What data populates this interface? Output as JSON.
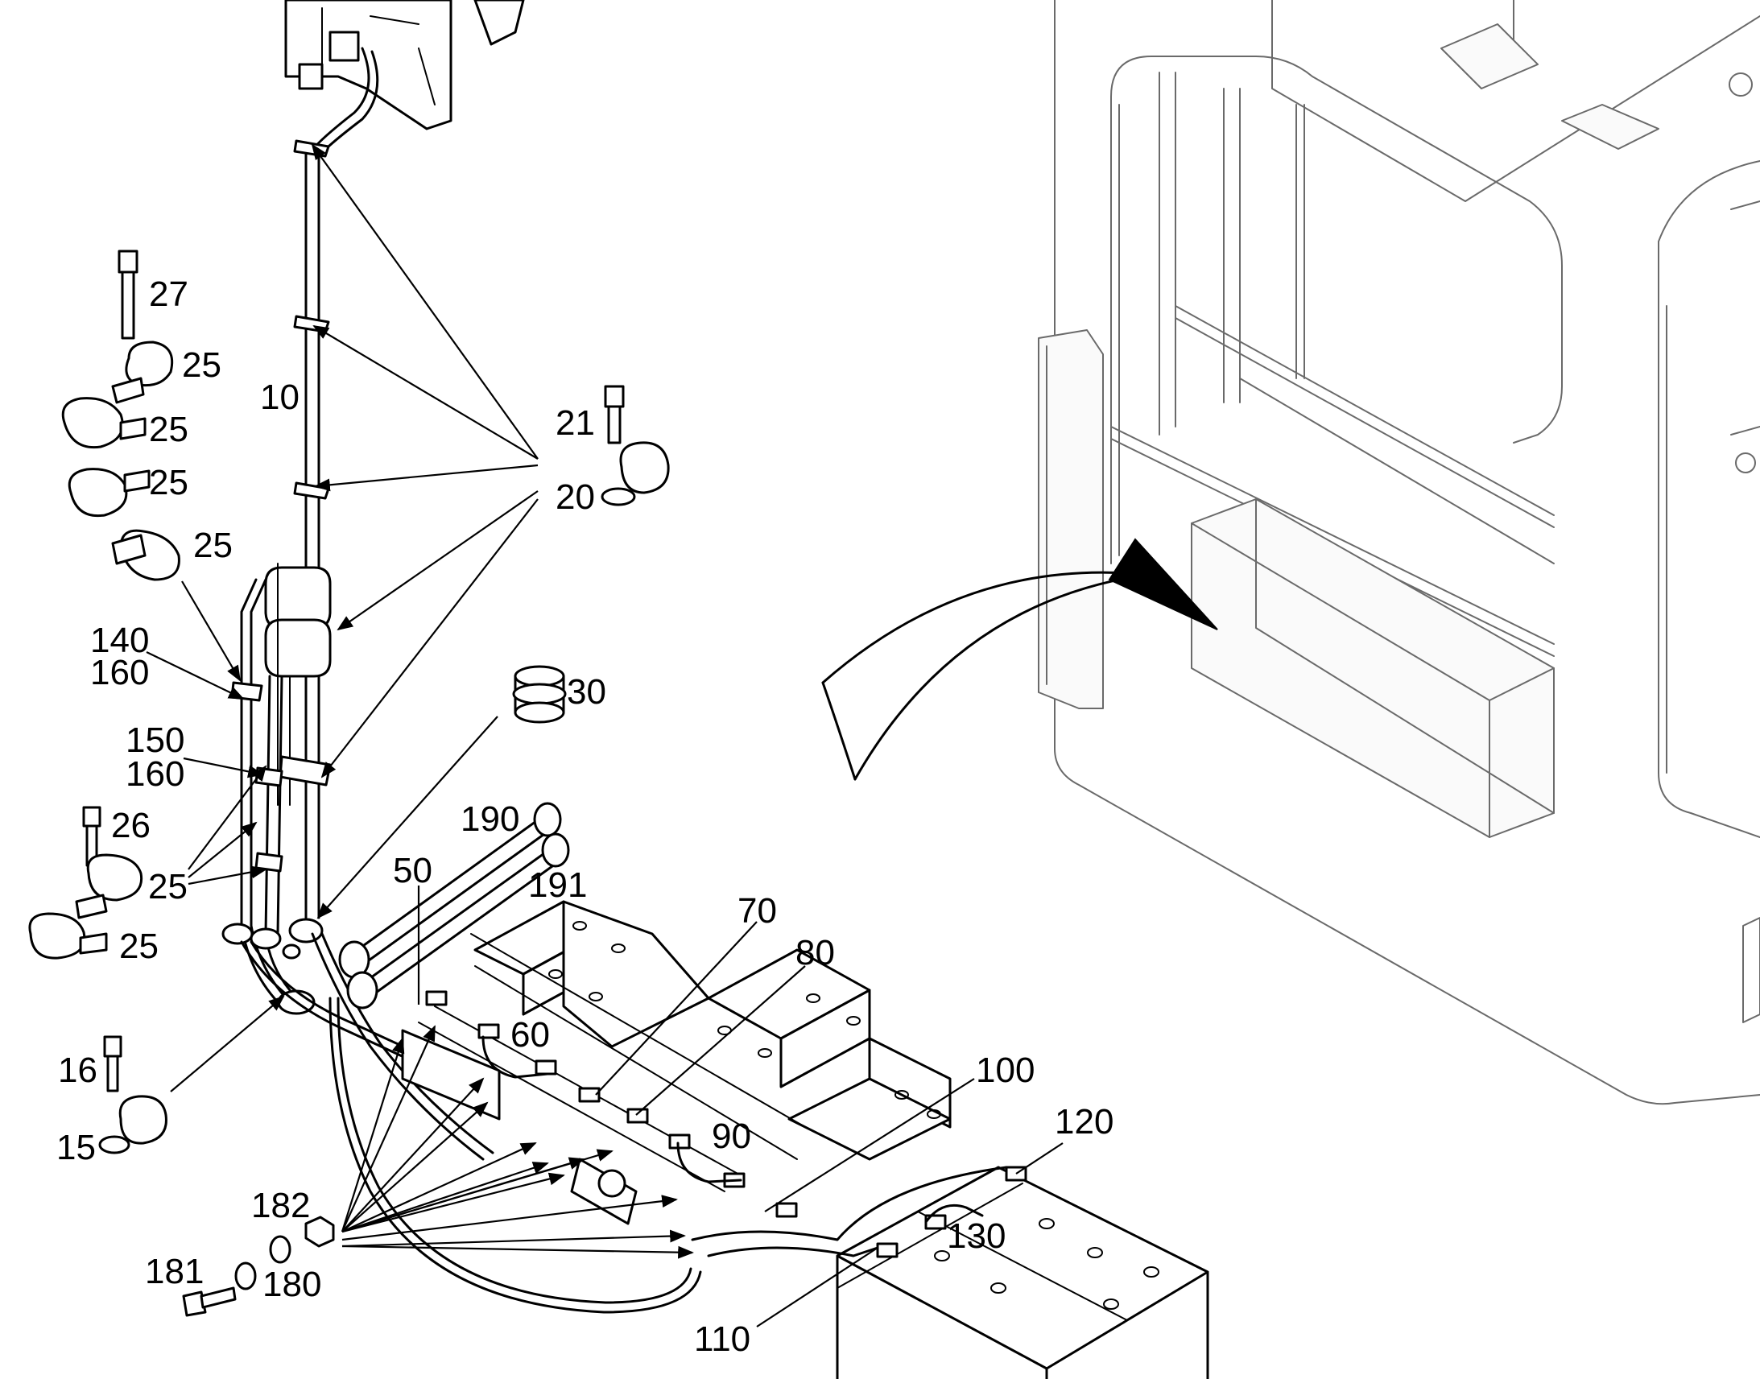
{
  "diagram": {
    "callouts": [
      {
        "id": "c27",
        "text": "27"
      },
      {
        "id": "c25a",
        "text": "25"
      },
      {
        "id": "c25b",
        "text": "25"
      },
      {
        "id": "c25c",
        "text": "25"
      },
      {
        "id": "c25d",
        "text": "25"
      },
      {
        "id": "c10",
        "text": "10"
      },
      {
        "id": "c21",
        "text": "21"
      },
      {
        "id": "c20",
        "text": "20"
      },
      {
        "id": "c140",
        "text": "140"
      },
      {
        "id": "c160a",
        "text": "160"
      },
      {
        "id": "c30",
        "text": "30"
      },
      {
        "id": "c150",
        "text": "150"
      },
      {
        "id": "c160b",
        "text": "160"
      },
      {
        "id": "c26",
        "text": "26"
      },
      {
        "id": "c190",
        "text": "190"
      },
      {
        "id": "c25e",
        "text": "25"
      },
      {
        "id": "c191",
        "text": "191"
      },
      {
        "id": "c50",
        "text": "50"
      },
      {
        "id": "c70",
        "text": "70"
      },
      {
        "id": "c25f",
        "text": "25"
      },
      {
        "id": "c80",
        "text": "80"
      },
      {
        "id": "c60",
        "text": "60"
      },
      {
        "id": "c16",
        "text": "16"
      },
      {
        "id": "c100",
        "text": "100"
      },
      {
        "id": "c90",
        "text": "90"
      },
      {
        "id": "c15",
        "text": "15"
      },
      {
        "id": "c120",
        "text": "120"
      },
      {
        "id": "c182",
        "text": "182"
      },
      {
        "id": "c130",
        "text": "130"
      },
      {
        "id": "c181",
        "text": "181"
      },
      {
        "id": "c180",
        "text": "180"
      },
      {
        "id": "c110",
        "text": "110"
      }
    ]
  }
}
